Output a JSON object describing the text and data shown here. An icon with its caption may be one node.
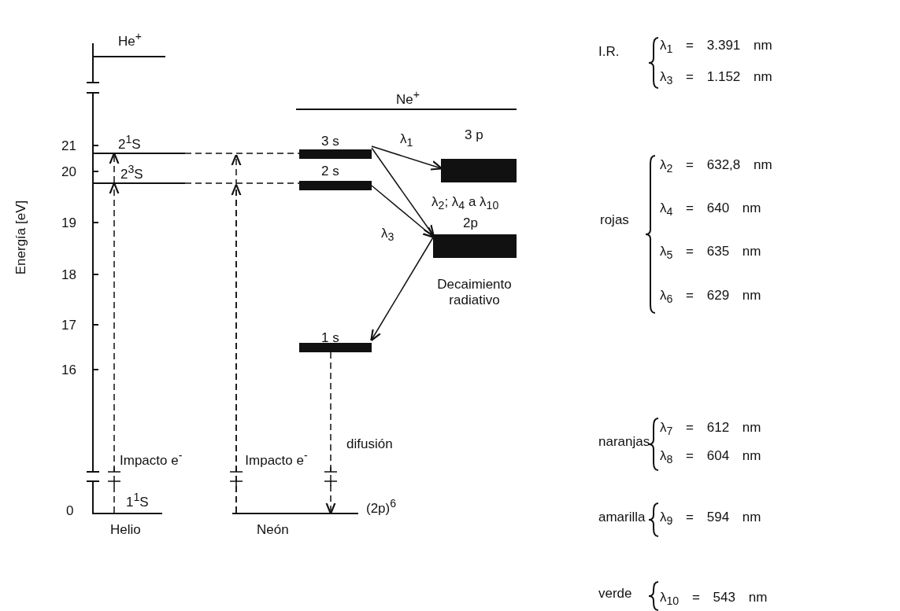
{
  "diagram": {
    "nodes": [
      {
        "text": [
          "He$^{+}$"
        ]
      },
      {
        "text": [
          "2$^{1}$S"
        ]
      },
      {
        "text": [
          "2$^{3}$S"
        ]
      },
      {
        "text": [
          "1$^{1}$S"
        ]
      },
      {
        "text": [
          "Ne$^{+}$"
        ]
      },
      {
        "text": [
          "3 s"
        ]
      },
      {
        "text": [
          "2 s"
        ]
      },
      {
        "text": [
          "3 p"
        ]
      },
      {
        "text": [
          "2p"
        ],
        "beside": [
          "Decaimiento radiativo"
        ]
      },
      {
        "text": [
          "1 s"
        ]
      },
      {
        "text": [
          "(2p)$^{6}$"
        ]
      }
    ],
    "edges": [
      {
        "from": 1,
        "to": 5,
        "arrow": "none",
        "style": "dashed"
      },
      {
        "from": 2,
        "to": 6,
        "arrow": "none",
        "style": "dashed"
      },
      {
        "from": 3,
        "to": 2,
        "arrow": "to",
        "style": "dashed",
        "label": "Impacto e$^{-}$"
      },
      {
        "from": 2,
        "to": 1,
        "arrow": "to",
        "style": "dashed"
      },
      {
        "from": 10,
        "to": null,
        "arrow": "to",
        "style": "dashed"
      },
      {
        "from": 10,
        "to": null,
        "arrow": "to",
        "style": "dashed",
        "label": "Impacto e$^{-}$"
      },
      {
        "from": 5,
        "to": 7,
        "arrow": "to",
        "label": "λ$_{1}$"
      },
      {
        "from": 5,
        "to": 8,
        "arrow": "to",
        "label": "λ$_{2}$; λ$_{4}$ a λ$_{10}$"
      },
      {
        "from": 6,
        "to": 8,
        "arrow": "to",
        "label": "λ$_{3}$"
      },
      {
        "from": 8,
        "to": 9,
        "arrow": "to"
      },
      {
        "from": 9,
        "to": 10,
        "arrow": "to",
        "style": "dashed",
        "label": "difusión"
      }
    ],
    "labels": [
      "I.R.",
      "λ$_{1}$ = 3.391 nm",
      "λ$_{3}$ = 1.152 nm",
      "λ$_{2}$ = 632,8 nm",
      "λ$_{4}$ = 640 nm",
      "rojas",
      "λ$_{5}$ = 635 nm",
      "λ$_{6}$ = 629 nm",
      "λ$_{7}$ = 612 nm",
      "naranjas",
      "λ$_{8}$ = 604 nm",
      "amarilla",
      "λ$_{9}$ = 594 nm",
      "verde",
      "λ$_{10}$ = 543 nm",
      "21",
      "20",
      "19",
      "18",
      "17",
      "16",
      "0",
      "Energía [eV]",
      "Helio",
      "Neón"
    ]
  }
}
